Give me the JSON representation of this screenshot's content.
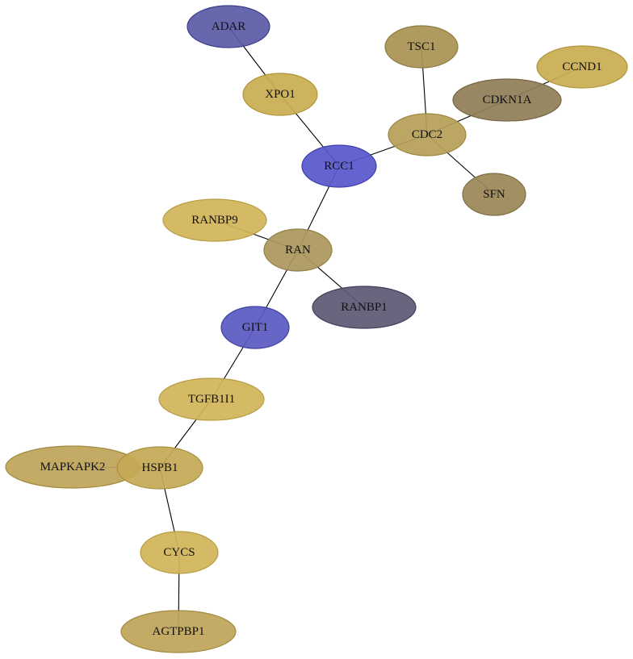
{
  "nodes": [
    {
      "id": "ADAR",
      "label": "ADAR",
      "color": "#5b5ba8",
      "stroke": "#3d3d8a"
    },
    {
      "id": "XPO1",
      "label": "XPO1",
      "color": "#c9ad52",
      "stroke": "#b0943a"
    },
    {
      "id": "TSC1",
      "label": "TSC1",
      "color": "#a99353",
      "stroke": "#8c7a40"
    },
    {
      "id": "CCND1",
      "label": "CCND1",
      "color": "#c9ad52",
      "stroke": "#b0943a"
    },
    {
      "id": "CDKN1A",
      "label": "CDKN1A",
      "color": "#8f7e57",
      "stroke": "#766645"
    },
    {
      "id": "CDC2",
      "label": "CDC2",
      "color": "#b69f58",
      "stroke": "#9d8742"
    },
    {
      "id": "RCC1",
      "label": "RCC1",
      "color": "#5858cc",
      "stroke": "#3e3ea8"
    },
    {
      "id": "SFN",
      "label": "SFN",
      "color": "#9b8857",
      "stroke": "#7f6f44"
    },
    {
      "id": "RANBP9",
      "label": "RANBP9",
      "color": "#d2b55a",
      "stroke": "#b89c42"
    },
    {
      "id": "RAN",
      "label": "RAN",
      "color": "#ab975c",
      "stroke": "#917e48"
    },
    {
      "id": "RANBP1",
      "label": "RANBP1",
      "color": "#5c5a74",
      "stroke": "#403e58"
    },
    {
      "id": "GIT1",
      "label": "GIT1",
      "color": "#5a5ac2",
      "stroke": "#3f3fa0"
    },
    {
      "id": "TGFB1I1",
      "label": "TGFB1I1",
      "color": "#d2b55a",
      "stroke": "#b89c42"
    },
    {
      "id": "MAPKAPK2",
      "label": "MAPKAPK2",
      "color": "#bea459",
      "stroke": "#a38a42"
    },
    {
      "id": "HSPB1",
      "label": "HSPB1",
      "color": "#c5a955",
      "stroke": "#aa903e"
    },
    {
      "id": "CYCS",
      "label": "CYCS",
      "color": "#d2b55a",
      "stroke": "#b89c42"
    },
    {
      "id": "AGTPBP1",
      "label": "AGTPBP1",
      "color": "#bea459",
      "stroke": "#a38a42"
    }
  ],
  "edges": [
    [
      "ADAR",
      "XPO1"
    ],
    [
      "XPO1",
      "RCC1"
    ],
    [
      "TSC1",
      "CDC2"
    ],
    [
      "CCND1",
      "CDKN1A"
    ],
    [
      "CDKN1A",
      "CDC2"
    ],
    [
      "CDC2",
      "RCC1"
    ],
    [
      "CDC2",
      "SFN"
    ],
    [
      "RCC1",
      "RAN"
    ],
    [
      "RANBP9",
      "RAN"
    ],
    [
      "RAN",
      "RANBP1"
    ],
    [
      "RAN",
      "GIT1"
    ],
    [
      "GIT1",
      "TGFB1I1"
    ],
    [
      "TGFB1I1",
      "HSPB1"
    ],
    [
      "MAPKAPK2",
      "HSPB1"
    ],
    [
      "HSPB1",
      "CYCS"
    ],
    [
      "CYCS",
      "AGTPBP1"
    ]
  ]
}
